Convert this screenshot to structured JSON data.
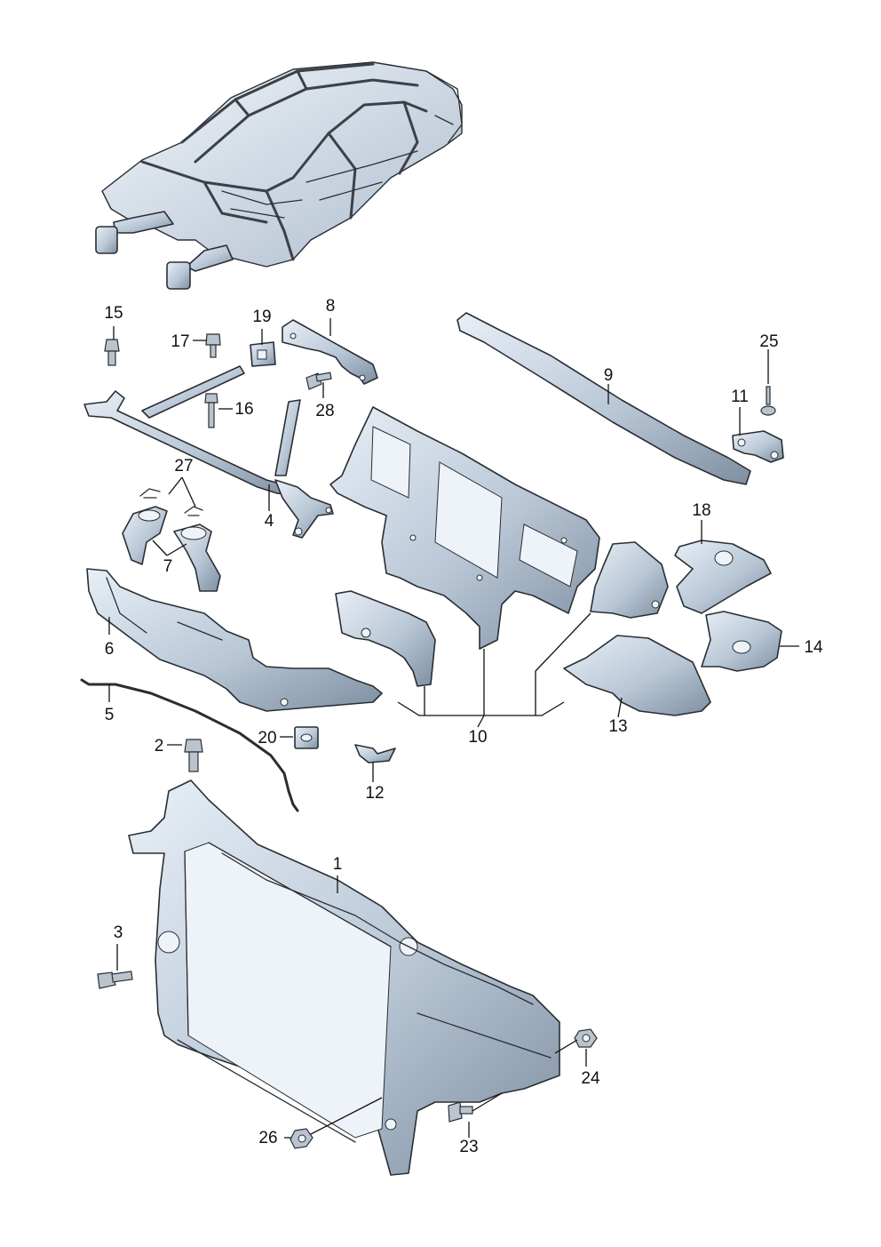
{
  "diagram": {
    "callouts": [
      {
        "id": "c1",
        "text": "1"
      },
      {
        "id": "c2",
        "text": "2"
      },
      {
        "id": "c3",
        "text": "3"
      },
      {
        "id": "c4",
        "text": "4"
      },
      {
        "id": "c5",
        "text": "5"
      },
      {
        "id": "c6",
        "text": "6"
      },
      {
        "id": "c7",
        "text": "7"
      },
      {
        "id": "c8",
        "text": "8"
      },
      {
        "id": "c9",
        "text": "9"
      },
      {
        "id": "c10",
        "text": "10"
      },
      {
        "id": "c11",
        "text": "11"
      },
      {
        "id": "c12",
        "text": "12"
      },
      {
        "id": "c13",
        "text": "13"
      },
      {
        "id": "c14",
        "text": "14"
      },
      {
        "id": "c15",
        "text": "15"
      },
      {
        "id": "c16",
        "text": "16"
      },
      {
        "id": "c17",
        "text": "17"
      },
      {
        "id": "c18",
        "text": "18"
      },
      {
        "id": "c19",
        "text": "19"
      },
      {
        "id": "c20",
        "text": "20"
      },
      {
        "id": "c23",
        "text": "23"
      },
      {
        "id": "c24",
        "text": "24"
      },
      {
        "id": "c25",
        "text": "25"
      },
      {
        "id": "c26",
        "text": "26"
      },
      {
        "id": "c27",
        "text": "27"
      },
      {
        "id": "c28",
        "text": "28"
      }
    ],
    "colors": {
      "part_fill_light": "#dfe8f2",
      "part_fill_dark": "#8a9aab",
      "outline": "#2a2e33",
      "label": "#111111"
    }
  }
}
